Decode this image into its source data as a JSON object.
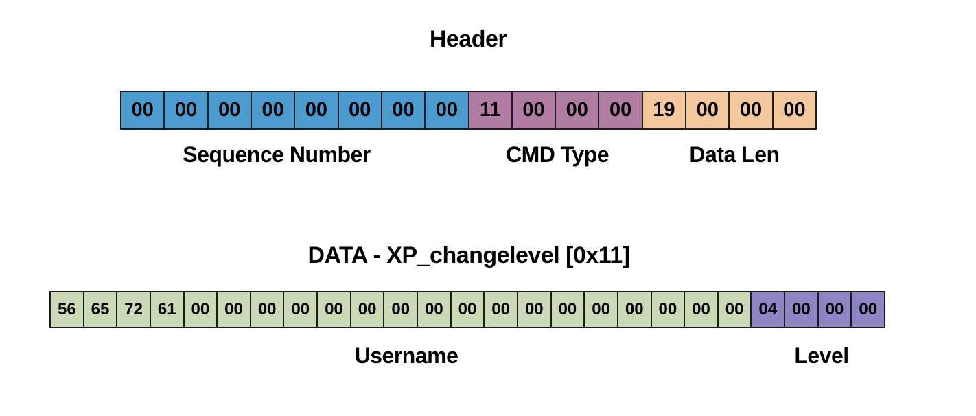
{
  "diagram": {
    "background_color": "#ffffff",
    "border_color": "#1c1c1c",
    "text_color": "#000000",
    "header_section": {
      "title": "Header",
      "fields": [
        {
          "label": "Sequence Number",
          "color": "#4C9BCE",
          "bytes": [
            "00",
            "00",
            "00",
            "00",
            "00",
            "00",
            "00",
            "00"
          ]
        },
        {
          "label": "CMD Type",
          "color": "#B17CA3",
          "bytes": [
            "11",
            "00",
            "00",
            "00"
          ]
        },
        {
          "label": "Data Len",
          "color": "#F3C89C",
          "bytes": [
            "19",
            "00",
            "00",
            "00"
          ]
        }
      ]
    },
    "data_section": {
      "title": "DATA - XP_changelevel [0x11]",
      "fields": [
        {
          "label": "Username",
          "color": "#CADAB6",
          "bytes": [
            "56",
            "65",
            "72",
            "61",
            "00",
            "00",
            "00",
            "00",
            "00",
            "00",
            "00",
            "00",
            "00",
            "00",
            "00",
            "00",
            "00",
            "00",
            "00",
            "00",
            "00"
          ]
        },
        {
          "label": "Level",
          "color": "#8E85C4",
          "bytes": [
            "04",
            "00",
            "00",
            "00"
          ]
        }
      ]
    }
  }
}
